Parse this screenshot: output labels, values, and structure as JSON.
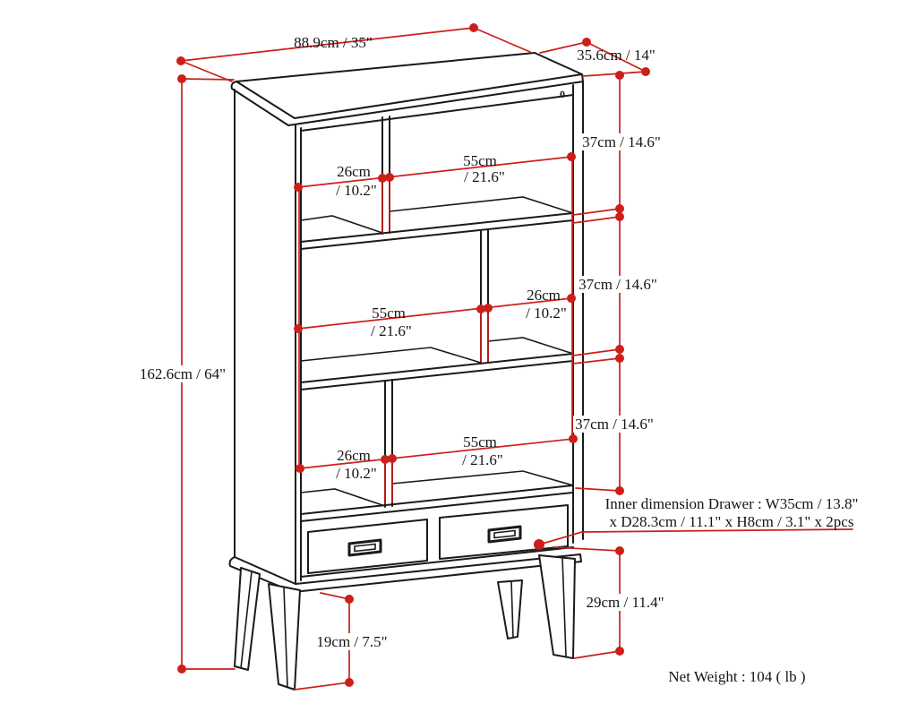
{
  "labels": {
    "top_width": "88.9cm / 35\"",
    "top_depth": "35.6cm / 14\"",
    "overall_height": "162.6cm / 64\"",
    "section_heights": [
      "37cm / 14.6\"",
      "37cm / 14.6\"",
      "37cm / 14.6\""
    ],
    "rows": [
      {
        "left_cm": "26cm",
        "left_in": "/ 10.2\"",
        "right_cm": "55cm",
        "right_in": "/ 21.6\""
      },
      {
        "left_cm": "55cm",
        "left_in": "/ 21.6\"",
        "right_cm": "26cm",
        "right_in": "/ 10.2\""
      },
      {
        "left_cm": "26cm",
        "left_in": "/ 10.2\"",
        "right_cm": "55cm",
        "right_in": "/ 21.6\""
      }
    ],
    "back_leg_clearance": "29cm / 11.4\"",
    "front_leg_clearance": "19cm / 7.5\"",
    "drawer_note_line1": "Inner dimension Drawer : W35cm / 13.8\"",
    "drawer_note_line2": "x D28.3cm / 11.1\" x H8cm / 3.1\" x 2pcs",
    "net_weight": "Net Weight : 104 ( lb )",
    "corner_mark": "0"
  },
  "colors": {
    "dimension_red": "#cc1f1a",
    "line_black": "#1a1a1a",
    "background": "#ffffff",
    "text": "#151515"
  }
}
